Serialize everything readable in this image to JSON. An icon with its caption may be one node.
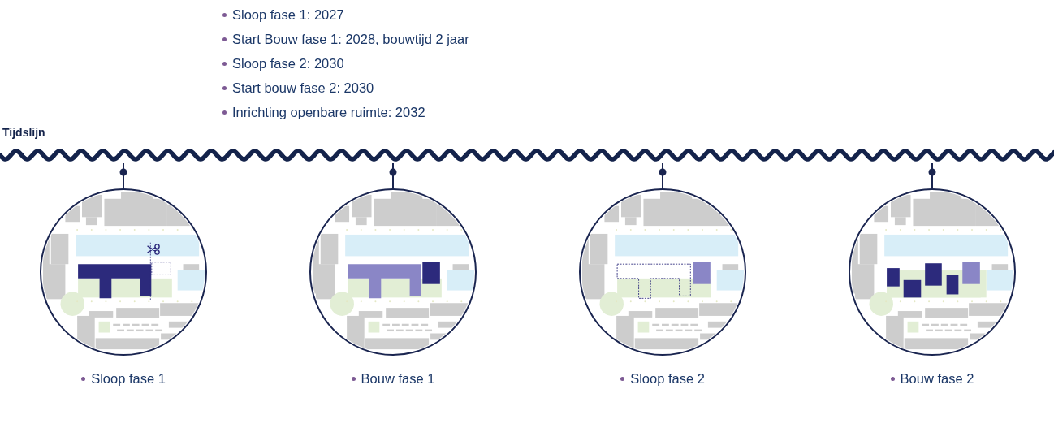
{
  "diagram": {
    "title": "Tijdslijn",
    "nodes": [
      {
        "text": [],
        "shape": "line"
      },
      {
        "text": [
          "Sloop fase 1"
        ]
      },
      {
        "text": [
          "Bouw fase 1"
        ]
      },
      {
        "text": [
          "Sloop fase 2"
        ]
      },
      {
        "text": [
          "Bouw fase 2"
        ]
      }
    ],
    "edges": [
      {
        "from": 0,
        "to": 1,
        "arrow": "other"
      },
      {
        "from": 0,
        "to": 2,
        "arrow": "other"
      },
      {
        "from": 0,
        "to": 3,
        "arrow": "other"
      },
      {
        "from": 0,
        "to": 4,
        "arrow": "other"
      }
    ],
    "labels": [
      "Sloop fase 1: 2027",
      "Start Bouw fase 1: 2028, bouwtijd 2 jaar",
      "Sloop fase 2: 2030",
      "Start bouw fase 2: 2030",
      "Inrichting openbare ruimte: 2032"
    ]
  }
}
